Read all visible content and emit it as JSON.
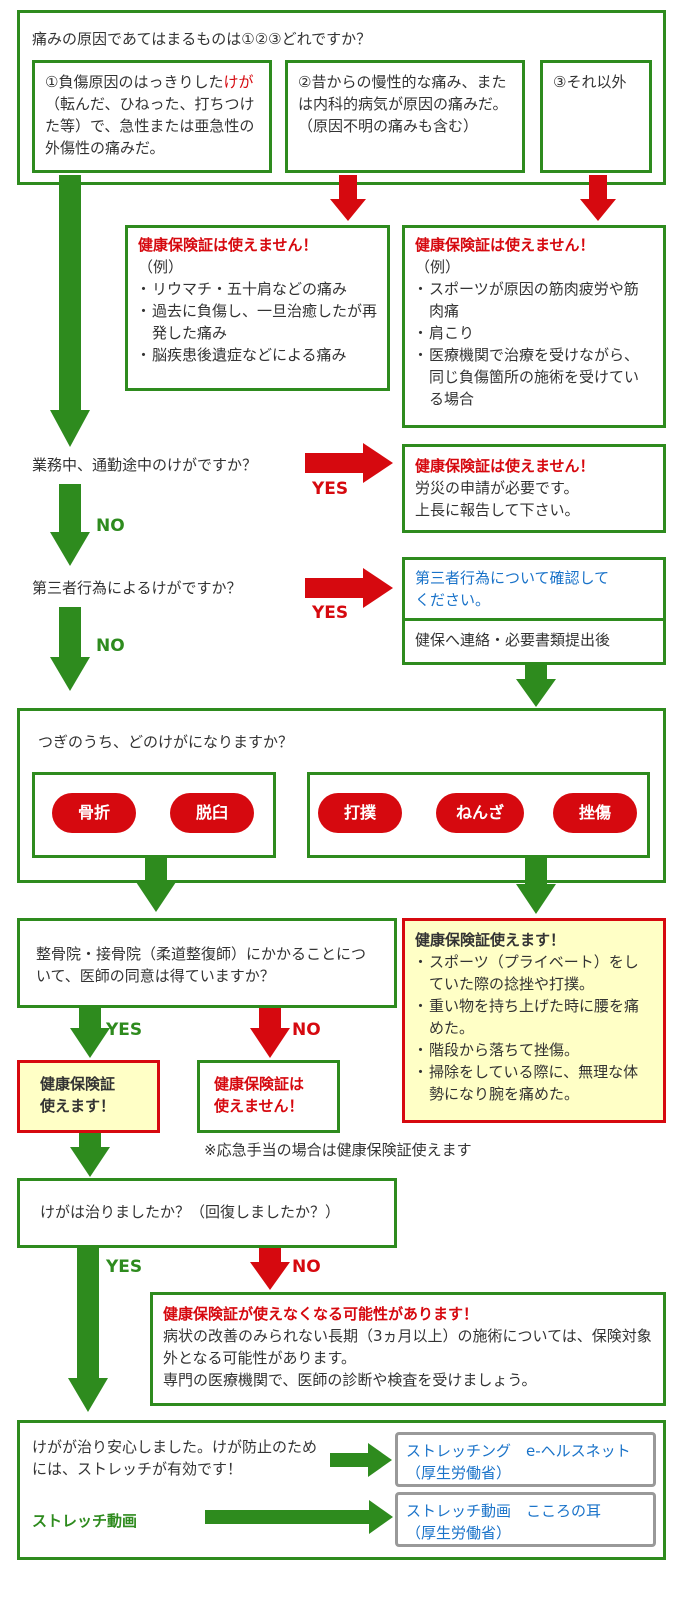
{
  "q1": {
    "question": "痛みの原因であてはまるものは①②③どれですか？",
    "opt1_pre": "①負傷原因のはっきりした",
    "opt1_red": "けが",
    "opt1_post": "（転んだ、ひねった、打ちつけた等）で、急性または亜急性の外傷性の痛みだ。",
    "opt2": "②昔からの慢性的な痛み、または内科的病気が原因の痛みだ。（原因不明の痛みも含む）",
    "opt3": "③それ以外"
  },
  "not_covered_a": {
    "title": "健康保険証は使えません！",
    "ex": "（例）",
    "items": [
      "リウマチ・五十肩などの痛み",
      "過去に負傷し、一旦治癒したが再発した痛み",
      "脳疾患後遺症などによる痛み"
    ]
  },
  "not_covered_b": {
    "title": "健康保険証は使えません！",
    "ex": "（例）",
    "items": [
      "スポーツが原因の筋肉疲労や筋肉痛",
      "肩こり",
      "医療機関で治療を受けながら、同じ負傷箇所の施術を受けている場合"
    ]
  },
  "q2": {
    "question": "業務中、通勤途中のけがですか？",
    "yes": "YES",
    "no": "NO"
  },
  "work_box": {
    "title": "健康保険証は使えません！",
    "body": "労災の申請が必要です。\n上長に報告して下さい。"
  },
  "q3": {
    "question": "第三者行為によるけがですか？",
    "yes": "YES",
    "no": "NO"
  },
  "third_box": {
    "top": "第三者行為について確認して\nください。",
    "bottom": "健保へ連絡・必要書類提出後"
  },
  "q4": {
    "question": "つぎのうち、どのけがになりますか？",
    "group1": [
      "骨折",
      "脱臼"
    ],
    "group2": [
      "打撲",
      "ねんざ",
      "挫傷"
    ]
  },
  "covered_box": {
    "title": "健康保険証使えます！",
    "items": [
      "スポーツ（プライベート）をしていた際の捻挫や打撲。",
      "重い物を持ち上げた時に腰を痛めた。",
      "階段から落ちて挫傷。",
      "掃除をしている際に、無理な体勢になり腕を痛めた。"
    ]
  },
  "q5": {
    "question": "整骨院・接骨院（柔道整復師）にかかることについて、医師の同意は得ていますか？",
    "yes": "YES",
    "no": "NO",
    "yes_box": "健康保険証\n使えます！",
    "no_box": "健康保険証は\n使えません！",
    "note": "※応急手当の場合は健康保険証使えます"
  },
  "q6": {
    "question": "けがは治りましたか？（回復しましたか？）",
    "yes": "YES",
    "no": "NO",
    "warn_title": "健康保険証が使えなくなる可能性があります！",
    "warn_body": "病状の改善のみられない長期（3ヵ月以上）の施術については、保険対象外となる可能性があります。\n専門の医療機関で、医師の診断や検査を受けましょう。"
  },
  "final": {
    "text": "けがが治り安心しました。けが防止のためには、ストレッチが有効です！",
    "link1": "ストレッチング　e-ヘルスネット\n（厚生労働省）",
    "video_label": "ストレッチ動画",
    "link2": "ストレッチ動画　こころの耳\n（厚生労働省）"
  },
  "colors": {
    "green": "#2e8b1e",
    "red": "#d6090f",
    "yellow": "#ffffc6",
    "link_blue": "#1a73c9"
  }
}
